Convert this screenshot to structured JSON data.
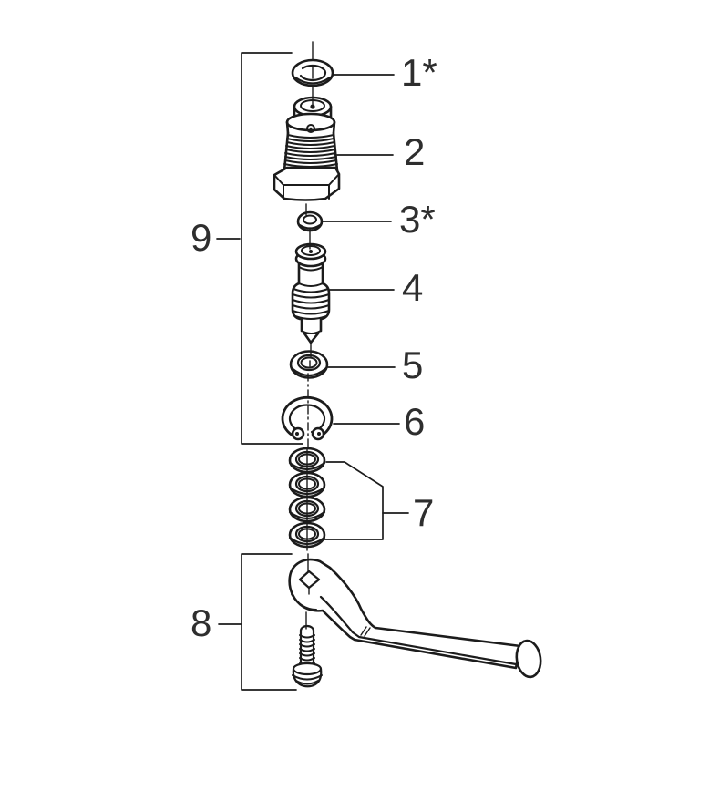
{
  "diagram": {
    "labels": {
      "part1": "1*",
      "part2": "2",
      "part3": "3*",
      "part4": "4",
      "part5": "5",
      "part6": "6",
      "part7": "7",
      "part8": "8",
      "part9": "9"
    },
    "colors": {
      "background": "#ffffff",
      "line": "#1c1c1c",
      "label": "#2e2e2e"
    }
  }
}
